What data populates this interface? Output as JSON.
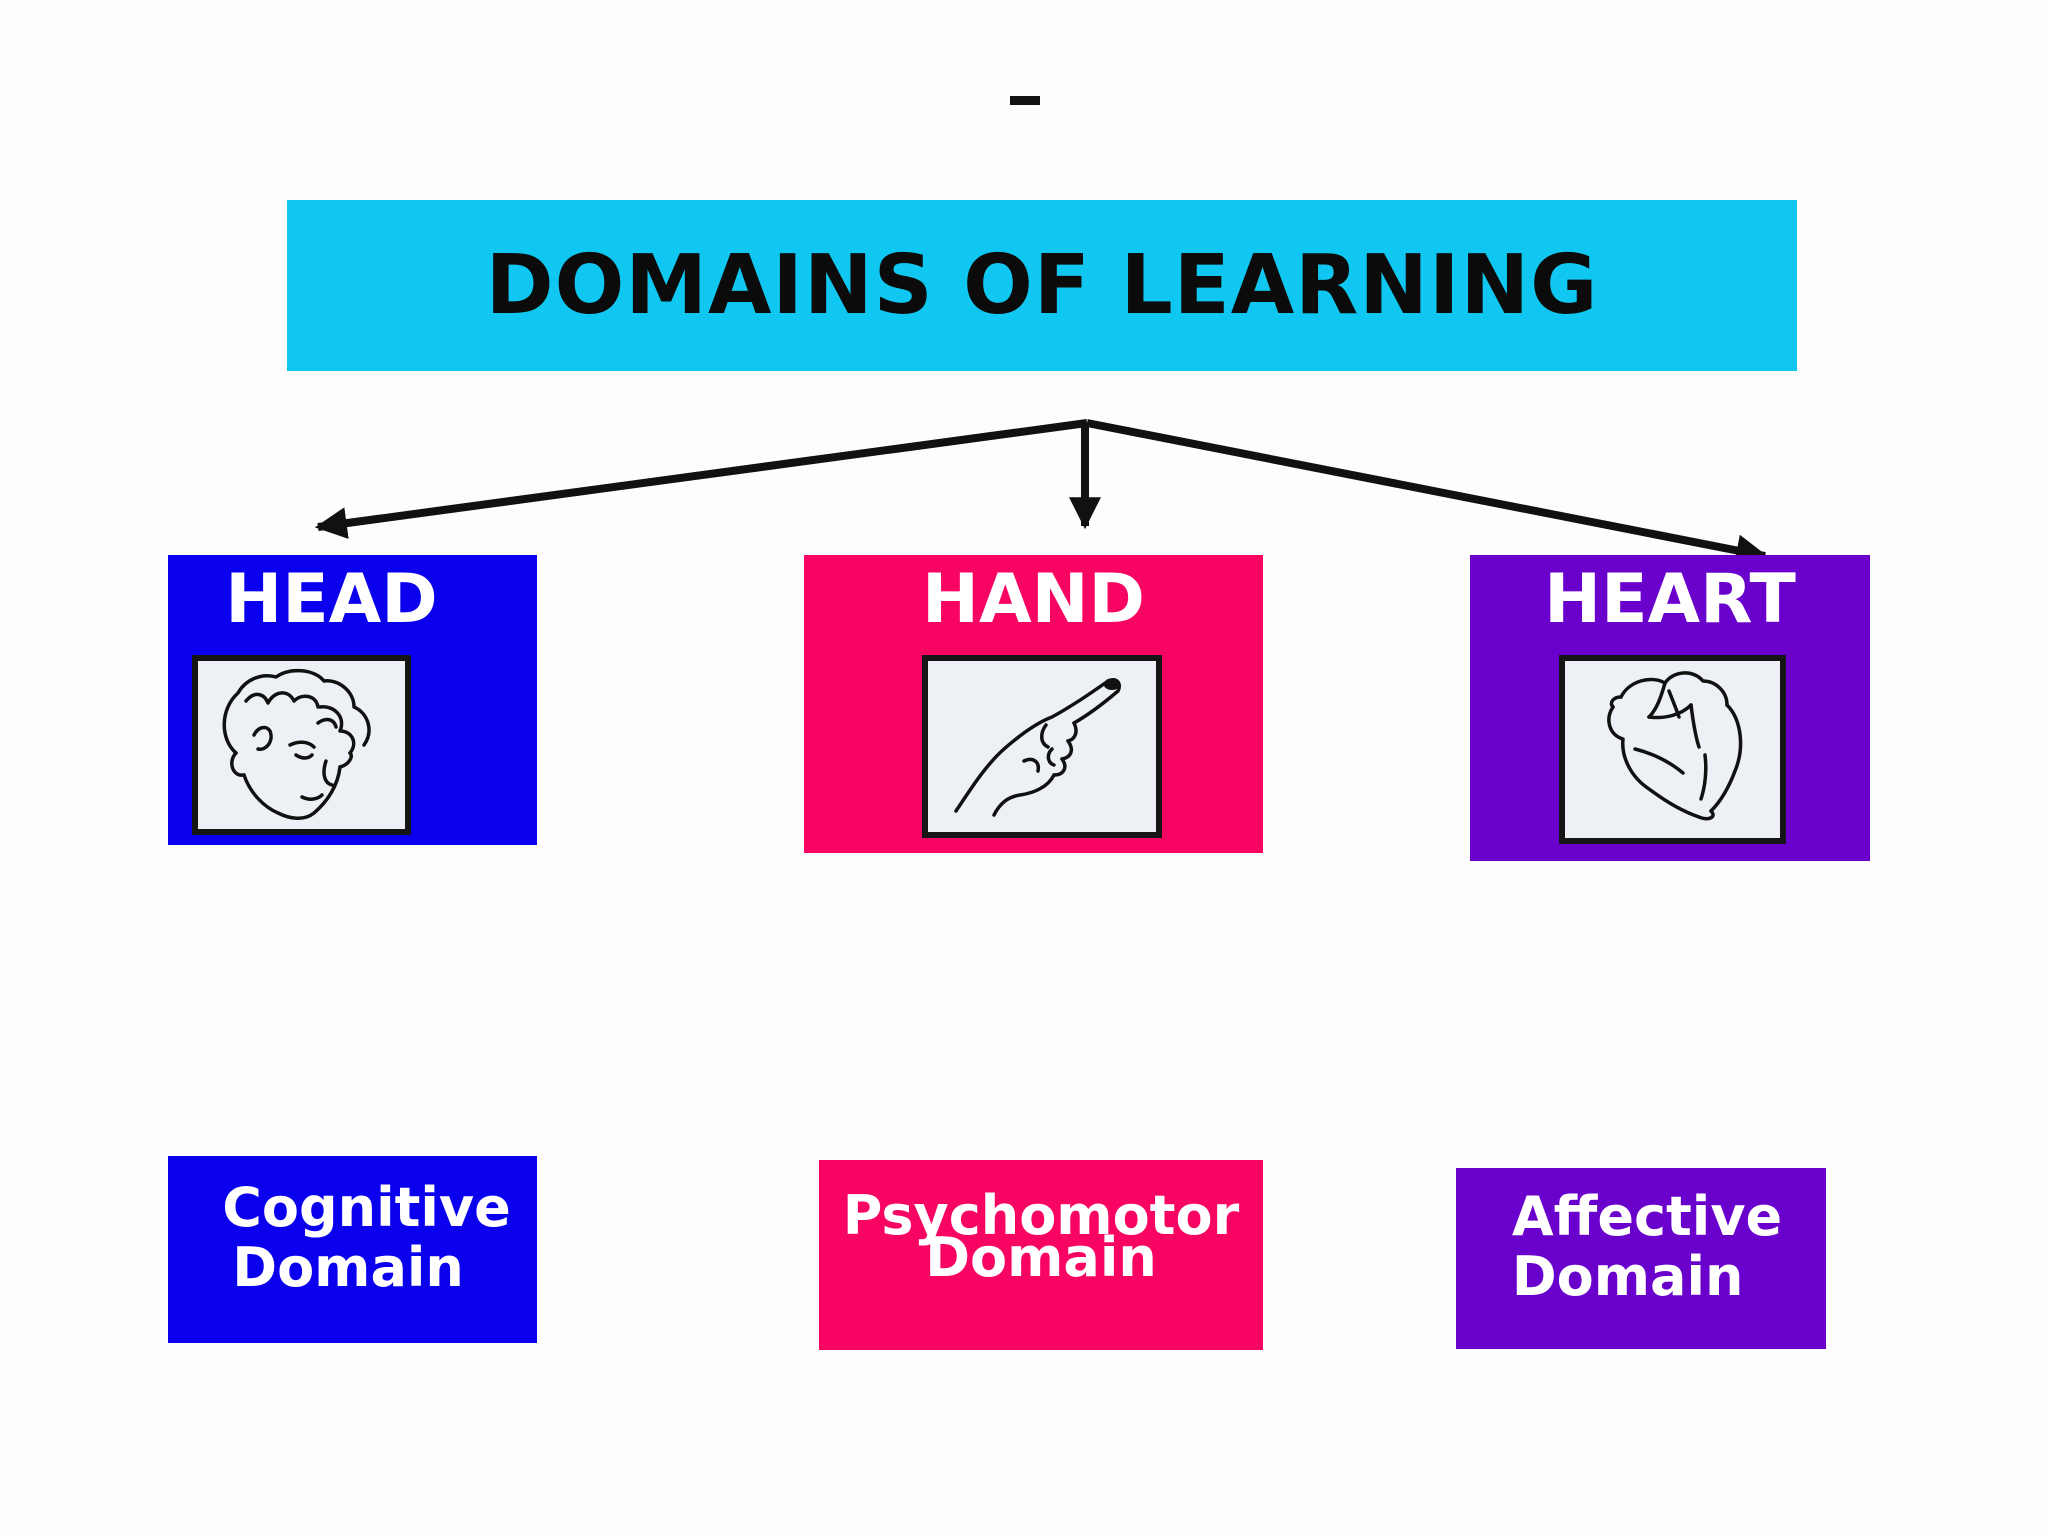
{
  "slide": {
    "dash": "-",
    "title": "DOMAINS OF LEARNING",
    "colors": {
      "banner": "#0fc7f0",
      "head": "#0a00ee",
      "hand": "#f80563",
      "heart": "#6a00cc",
      "frame_fill": "#edf0f5",
      "ink": "#111111"
    },
    "domains": [
      {
        "heading": "HEAD",
        "icon": "face-sketch-icon",
        "label_line1": "Cognitive",
        "label_line2": "Domain"
      },
      {
        "heading": "HAND",
        "icon": "pointing-hand-icon",
        "label_line1": "Psychomotor",
        "label_line2": "Domain"
      },
      {
        "heading": "HEART",
        "icon": "heart-sketch-icon",
        "label_line1": "Affective",
        "label_line2": "Domain"
      }
    ]
  }
}
